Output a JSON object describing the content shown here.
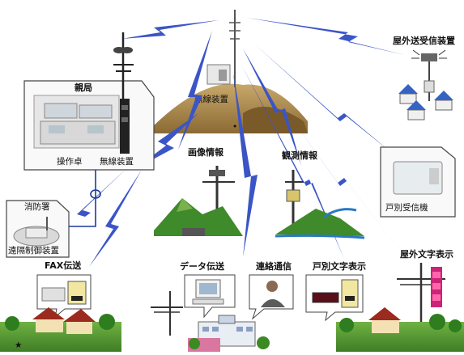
{
  "labels": {
    "parent_station": "親局",
    "console": "操作卓",
    "radio_left": "無線装置",
    "radio_mountain": "無線装置",
    "fire_station": "消防署",
    "remote_control": "遠隔制御装置",
    "fax": "FAX伝送",
    "image_info": "画像情報",
    "observation_info": "観測情報",
    "outdoor_receiver": "屋外送受信装置",
    "household_receiver": "戸別受信機",
    "data_transmission": "データ伝送",
    "liaison": "連絡通信",
    "household_text": "戸別文字表示",
    "outdoor_text": "屋外文字表示"
  },
  "colors": {
    "bolt": "#3b55c6",
    "mountain": "#a8884f",
    "grass": "#5a9a38",
    "sky_sign": "#cc2277"
  }
}
